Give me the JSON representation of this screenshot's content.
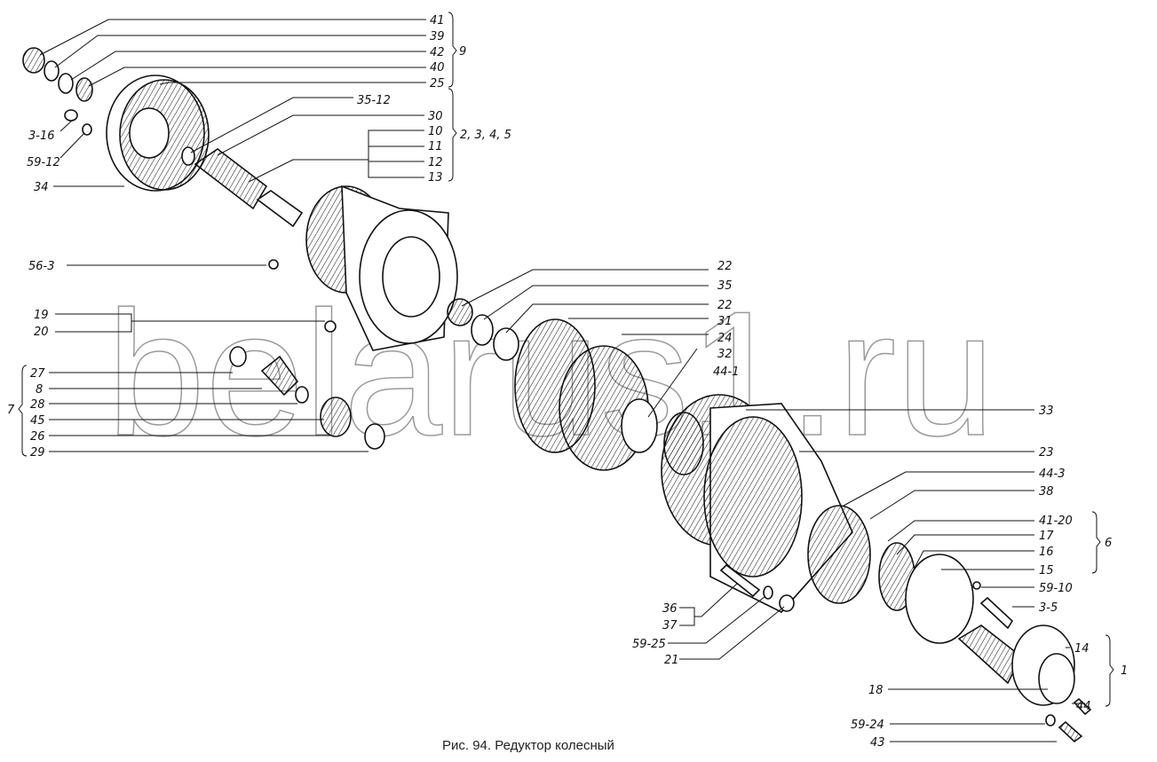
{
  "watermark": "belarus1.ru",
  "caption": "Рис. 94. Редуктор колесный",
  "labels": {
    "p41": "41",
    "p39": "39",
    "p42": "42",
    "p40": "40",
    "p25": "25",
    "g9": "9",
    "p35_12": "35-12",
    "p30": "30",
    "p10": "10",
    "p11": "11",
    "p12": "12",
    "p13": "13",
    "g2345": "2, 3, 4, 5",
    "p3_16": "3-16",
    "p59_12": "59-12",
    "p34": "34",
    "p56_3": "56-3",
    "p19": "19",
    "p20": "20",
    "p27": "27",
    "p8": "8",
    "p28": "28",
    "p45": "45",
    "p26": "26",
    "p29": "29",
    "g7": "7",
    "p22a": "22",
    "p35": "35",
    "p22b": "22",
    "p31": "31",
    "p24": "24",
    "p32": "32",
    "p44_1": "44-1",
    "p33": "33",
    "p23": "23",
    "p44_3": "44-3",
    "p38": "38",
    "p41_20": "41-20",
    "p17": "17",
    "p16": "16",
    "p15": "15",
    "g6": "6",
    "p59_10": "59-10",
    "p3_5": "3-5",
    "p14": "14",
    "g1": "1",
    "p18": "18",
    "p44": "44",
    "p59_24": "59-24",
    "p43": "43",
    "p36": "36",
    "p37": "37",
    "p59_25": "59-25",
    "p21": "21"
  }
}
